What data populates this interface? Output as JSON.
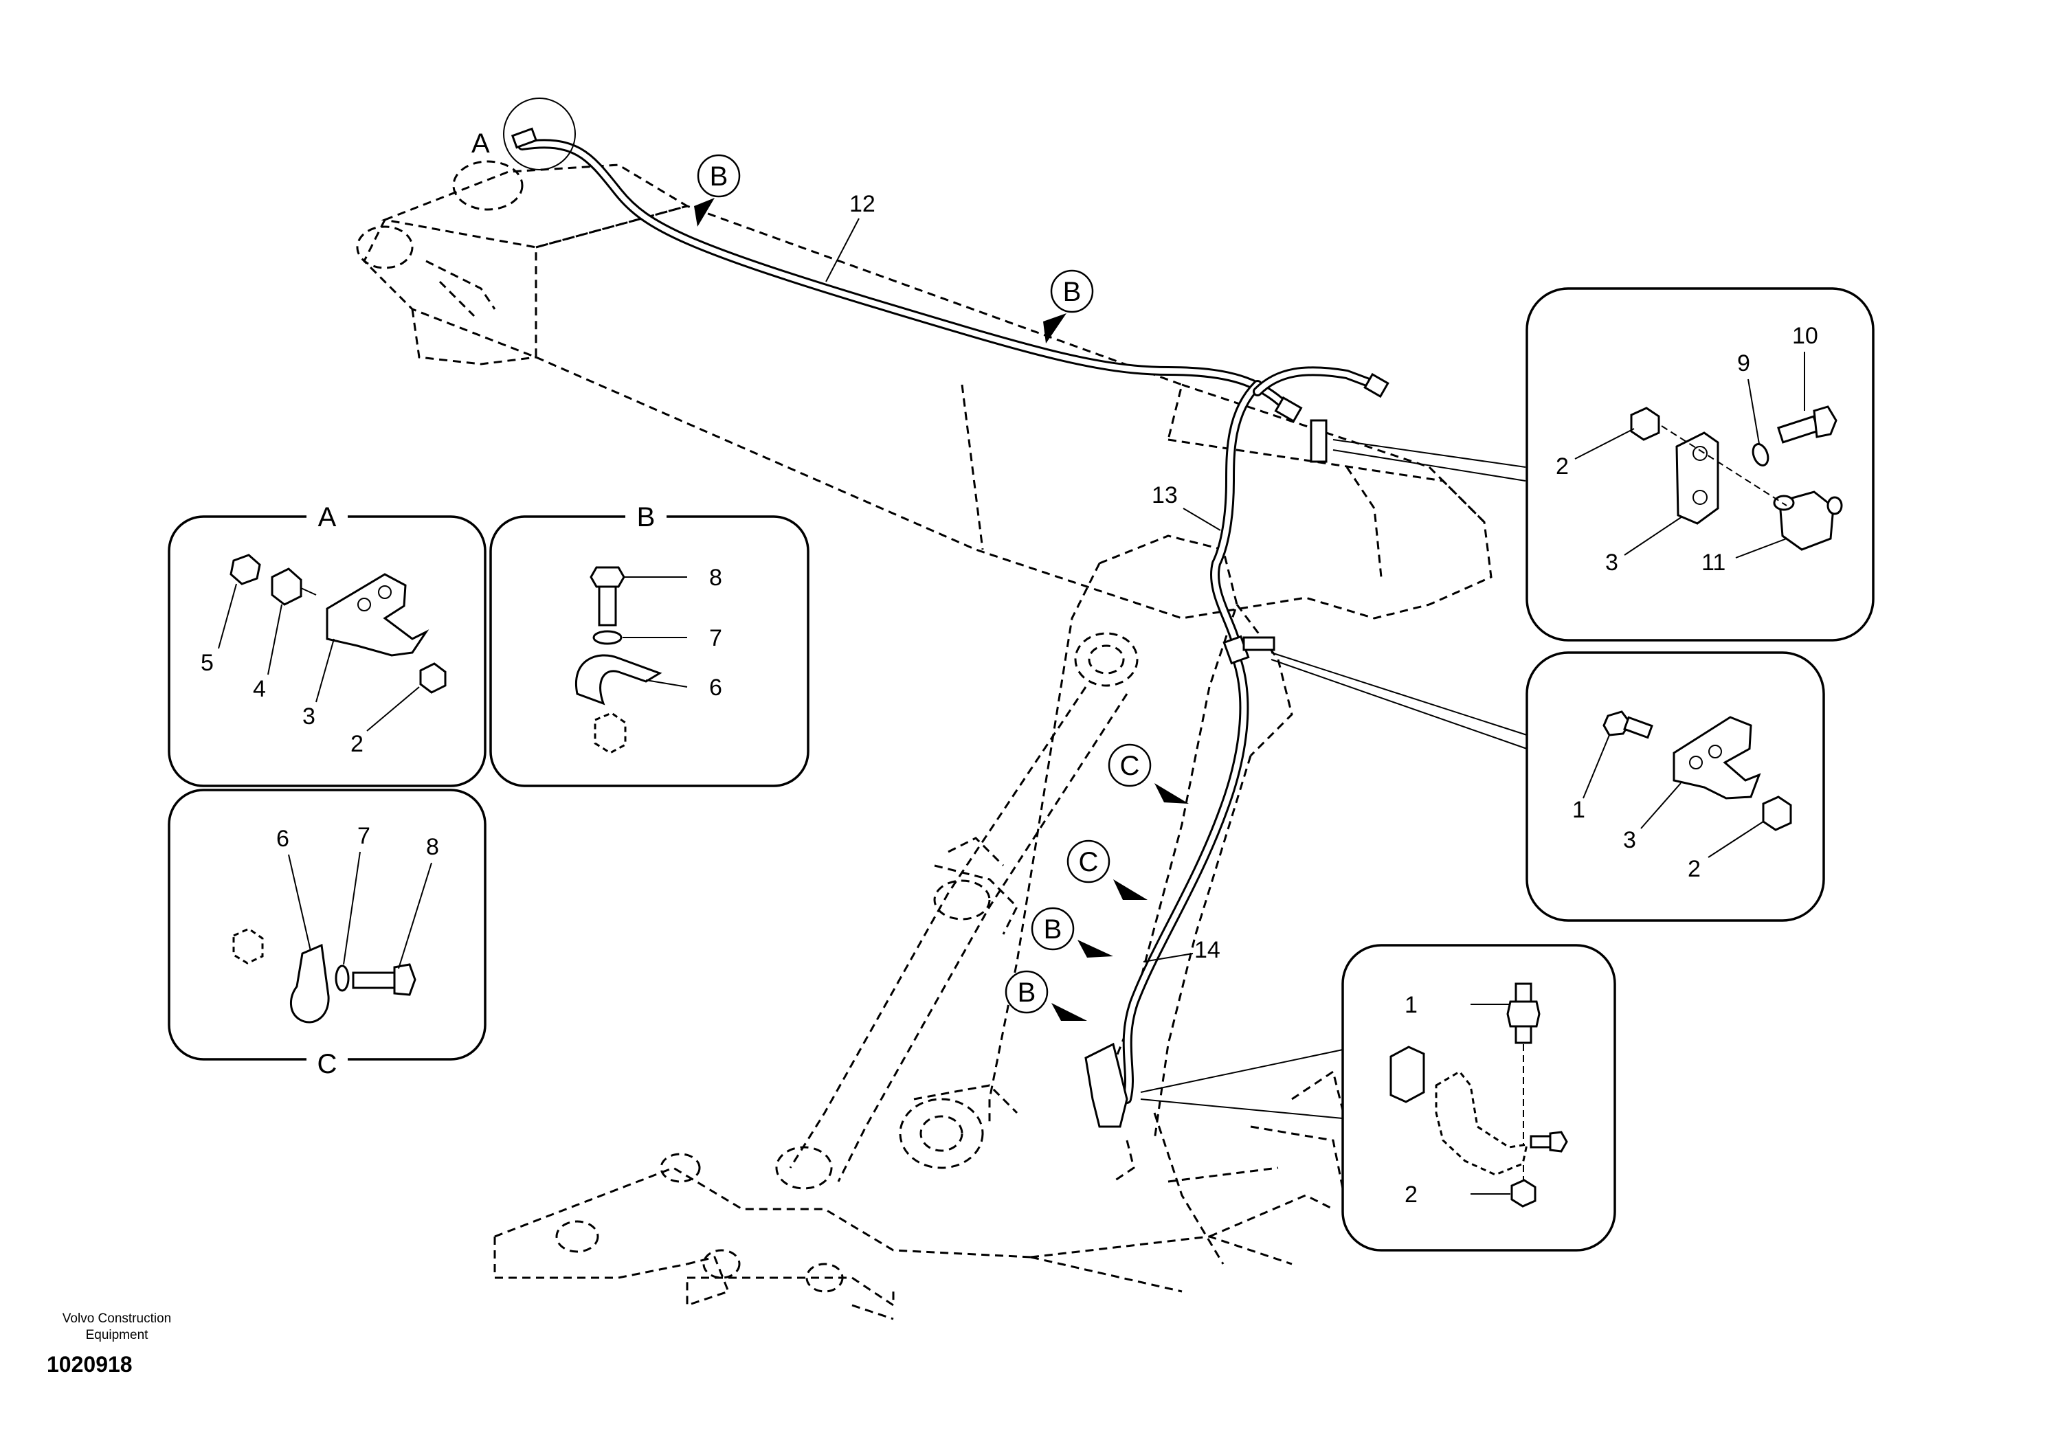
{
  "labels": {
    "hose_12": "12",
    "hose_13": "13",
    "hose_14": "14",
    "detail_a": "A",
    "detail_b": "B",
    "detail_c": "C",
    "callout_a": "A",
    "callout_b": "B",
    "callout_c": "C"
  },
  "detail_a": {
    "title": "A",
    "parts": [
      "5",
      "4",
      "3",
      "2"
    ]
  },
  "detail_b": {
    "title": "B",
    "parts": [
      "8",
      "7",
      "6"
    ]
  },
  "detail_c": {
    "title": "C",
    "parts": [
      "6",
      "7",
      "8"
    ]
  },
  "detail_top_right": {
    "parts": [
      "10",
      "9",
      "2",
      "3",
      "11"
    ]
  },
  "detail_mid_right": {
    "parts": [
      "1",
      "3",
      "2"
    ]
  },
  "detail_bottom_right": {
    "parts": [
      "1",
      "2"
    ]
  },
  "footer": {
    "brand_line1": "Volvo Construction",
    "brand_line2": "Equipment",
    "doc_number": "1020918"
  }
}
